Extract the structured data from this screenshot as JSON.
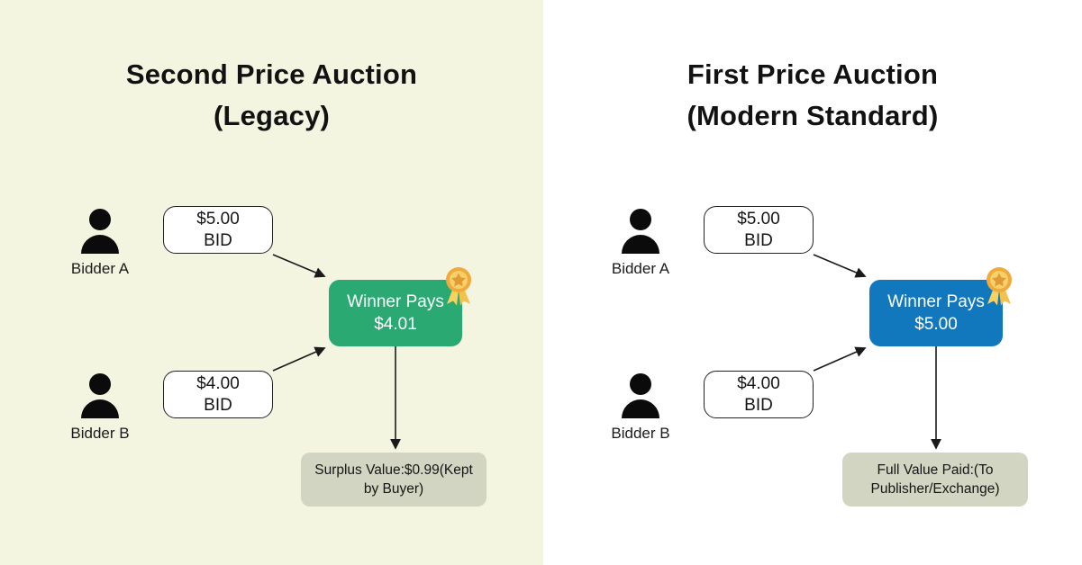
{
  "colors": {
    "left_panel_bg": "#f3f5e1",
    "right_panel_bg": "#ffffff",
    "winner_green": "#2aa972",
    "winner_blue": "#1278be",
    "outcome_box_bg": "#d3d5c3",
    "bid_box_bg": "#ffffff",
    "arrow_color": "#1a1a1a",
    "medal_gold": "#f2a93b",
    "medal_ribbon": "#f6d35f"
  },
  "icons": {
    "person": "person-icon",
    "medal": "medal-award-icon"
  },
  "panels": [
    {
      "title_line1": "Second Price Auction",
      "title_line2": "(Legacy)",
      "bidders": [
        {
          "label": "Bidder A",
          "bid_amount": "$5.00",
          "bid_word": "BID"
        },
        {
          "label": "Bidder B",
          "bid_amount": "$4.00",
          "bid_word": "BID"
        }
      ],
      "winner_line1": "Winner Pays",
      "winner_amount": "$4.01",
      "winner_color": "#2aa972",
      "outcome_text": "Surplus Value:$0.99(Kept by Buyer)",
      "background": "#f3f5e1"
    },
    {
      "title_line1": "First Price Auction",
      "title_line2": "(Modern Standard)",
      "bidders": [
        {
          "label": "Bidder A",
          "bid_amount": "$5.00",
          "bid_word": "BID"
        },
        {
          "label": "Bidder B",
          "bid_amount": "$4.00",
          "bid_word": "BID"
        }
      ],
      "winner_line1": "Winner Pays",
      "winner_amount": "$5.00",
      "winner_color": "#1278be",
      "outcome_text": "Full Value Paid:(To Publisher/Exchange)",
      "background": "#ffffff"
    }
  ]
}
